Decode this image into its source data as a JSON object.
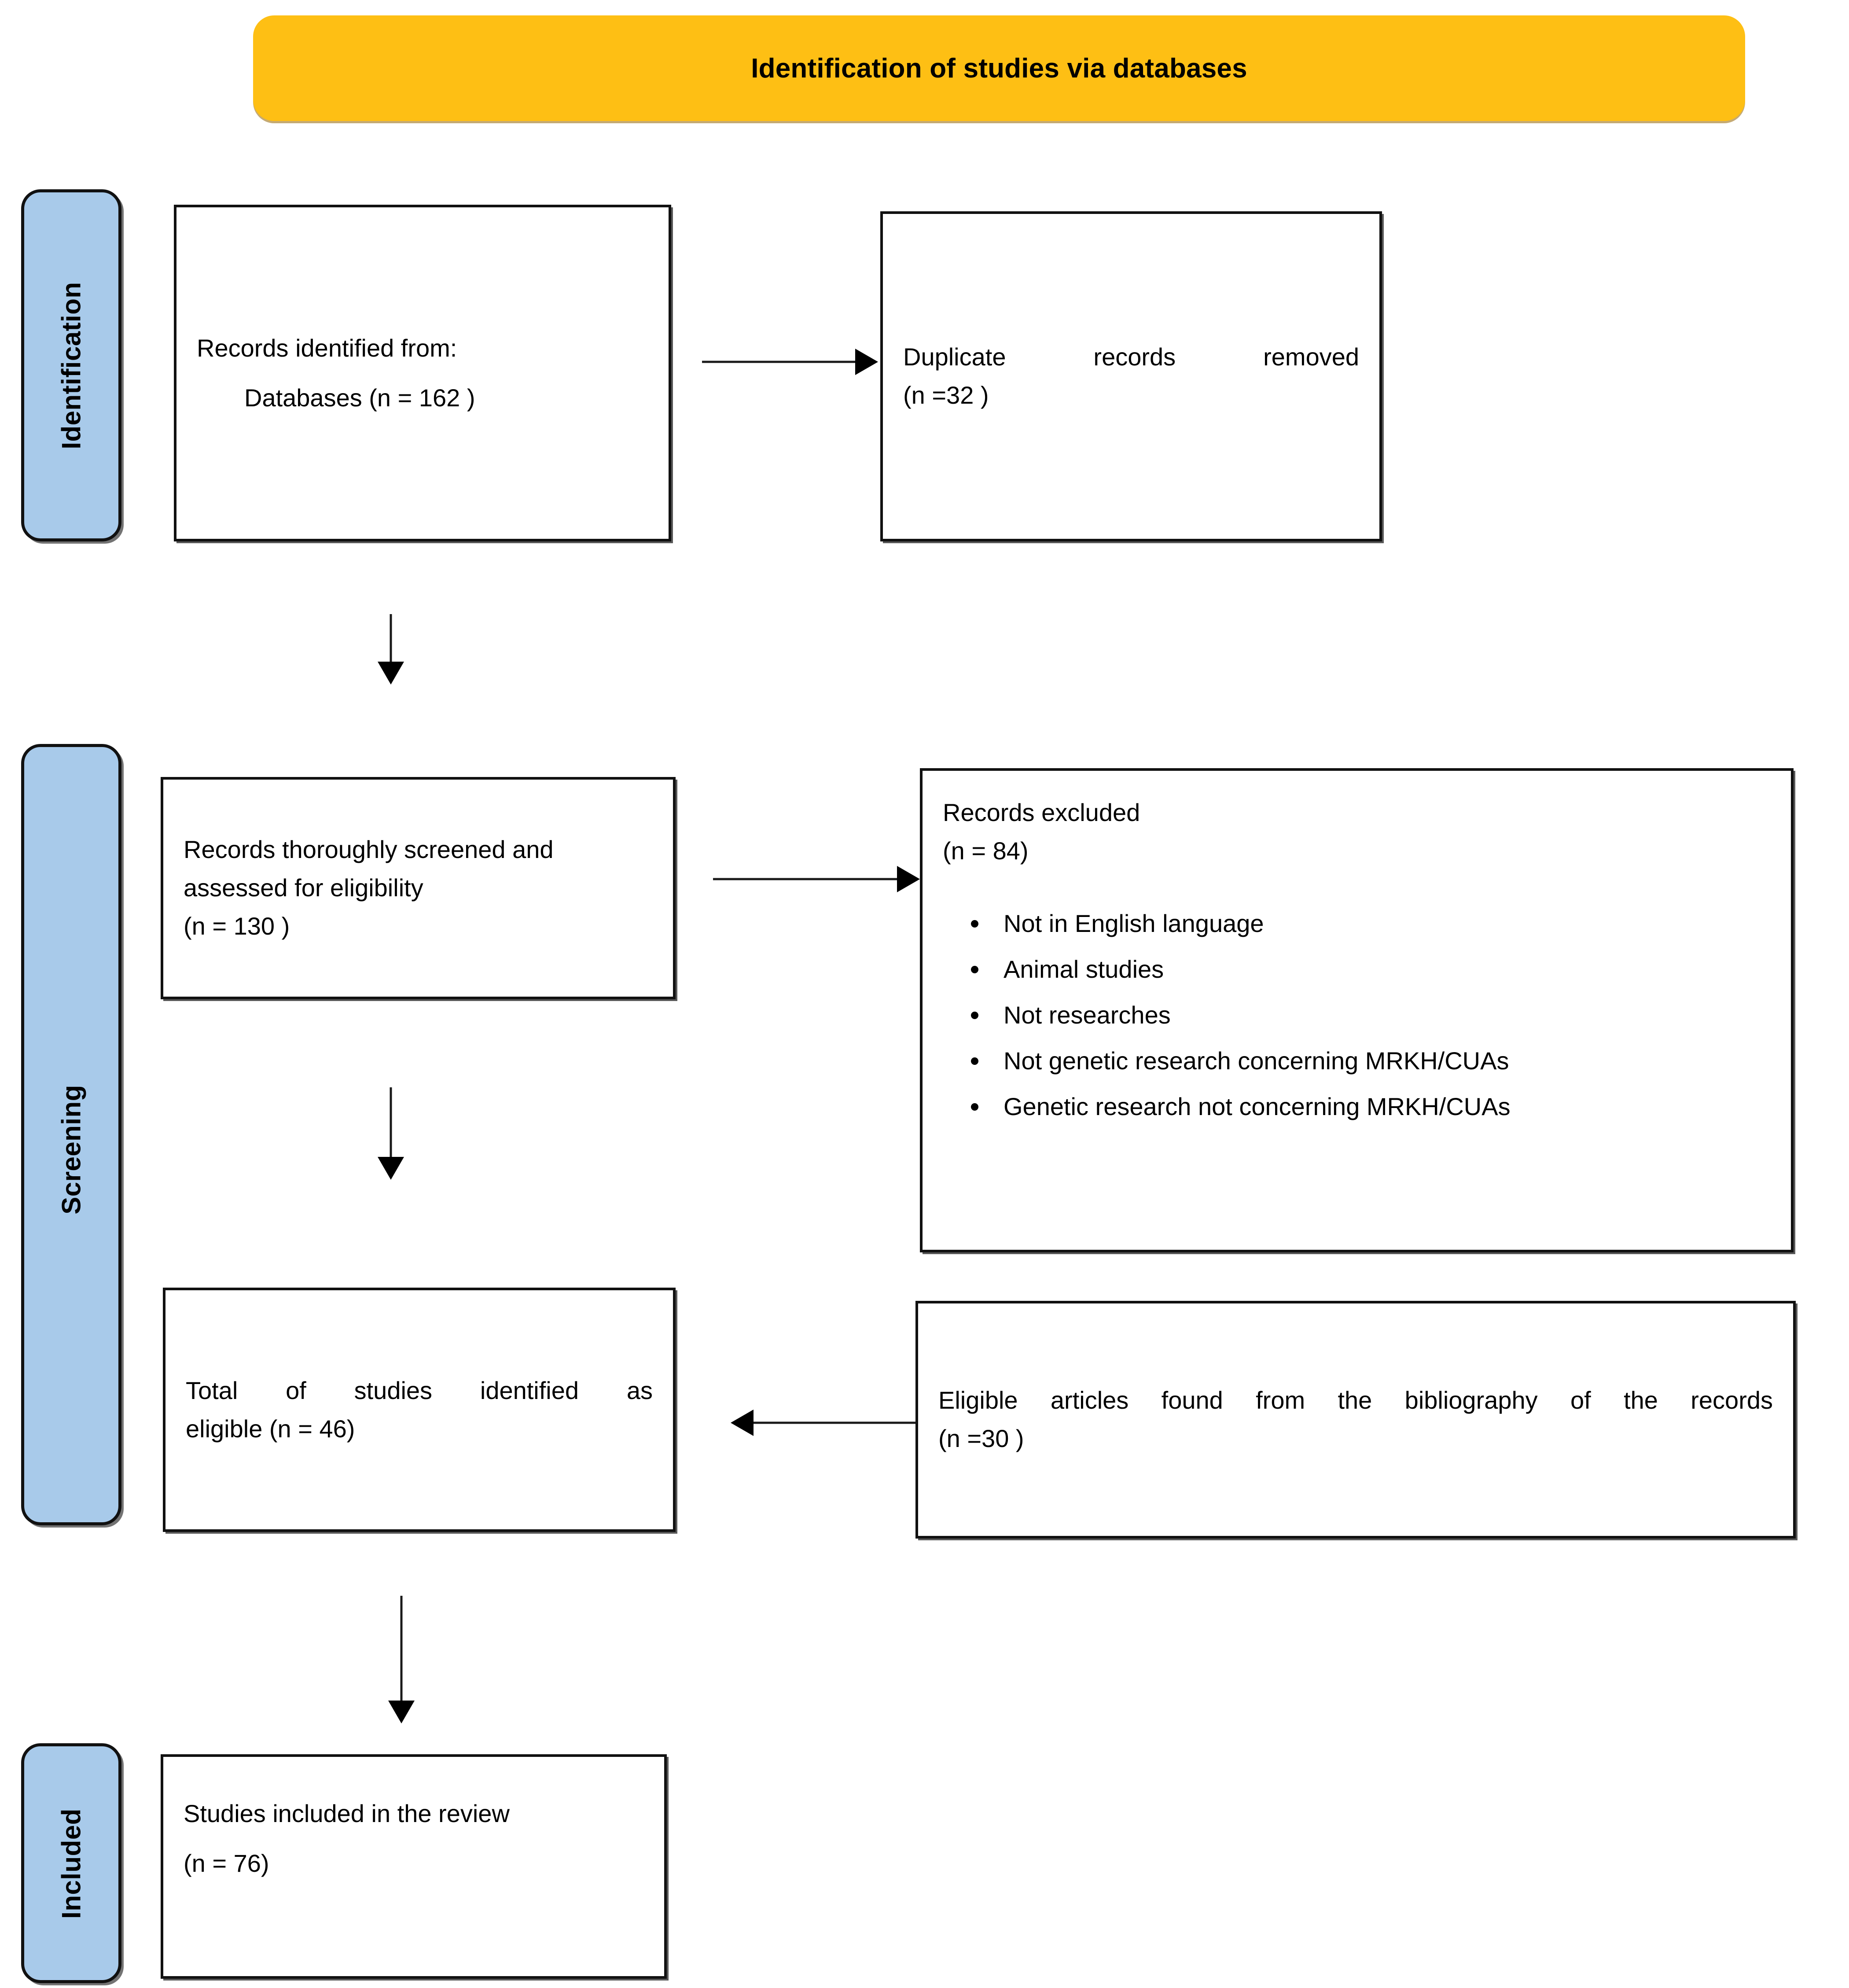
{
  "banner": {
    "title": "Identification of studies via databases",
    "color": "#febf14"
  },
  "stages": {
    "color": "#a8caea",
    "identification": "Identification",
    "screening": "Screening",
    "included": "Included"
  },
  "boxes": {
    "identified": {
      "line1": "Records identified from:",
      "line2": "Databases (n = 162 )"
    },
    "duplicates": {
      "line1": "Duplicate records removed",
      "line2": "(n =32 )"
    },
    "screened": {
      "line1": "Records thoroughly screened and",
      "line2": "assessed for eligibility",
      "line3": "(n = 130 )"
    },
    "excluded": {
      "line1": "Records excluded",
      "line2": "(n = 84)",
      "reasons": [
        "Not in English language",
        "Animal studies",
        "Not researches",
        "Not genetic research concerning MRKH/CUAs",
        "Genetic research not concerning MRKH/CUAs"
      ]
    },
    "eligible_total": {
      "line1": "Total of studies identified as",
      "line2": "eligible (n = 46)"
    },
    "bibliography": {
      "line1": "Eligible articles found from the bibliography of the records",
      "line2": "(n =30 )"
    },
    "included": {
      "line1": "Studies included in the review",
      "line2": "(n = 76)"
    }
  },
  "flow": {
    "identified_to_duplicates": "arrow-right",
    "identified_to_screened": "arrow-down",
    "screened_to_excluded": "arrow-right",
    "screened_to_eligible": "arrow-down",
    "bibliography_to_eligible": "arrow-left",
    "eligible_to_included": "arrow-down"
  },
  "chart_data": {
    "type": "table",
    "title": "PRISMA flow diagram — identification of studies via databases",
    "stages": [
      {
        "stage": "Identification",
        "label": "Records identified from databases",
        "n": 162
      },
      {
        "stage": "Identification",
        "label": "Duplicate records removed",
        "n": 32
      },
      {
        "stage": "Screening",
        "label": "Records thoroughly screened and assessed for eligibility",
        "n": 130
      },
      {
        "stage": "Screening",
        "label": "Records excluded",
        "n": 84
      },
      {
        "stage": "Screening",
        "label": "Total of studies identified as eligible",
        "n": 46
      },
      {
        "stage": "Screening",
        "label": "Eligible articles found from the bibliography of the records",
        "n": 30
      },
      {
        "stage": "Included",
        "label": "Studies included in the review",
        "n": 76
      }
    ],
    "exclusion_reasons": [
      "Not in English language",
      "Animal studies",
      "Not researches",
      "Not genetic research concerning MRKH/CUAs",
      "Genetic research not concerning MRKH/CUAs"
    ]
  }
}
